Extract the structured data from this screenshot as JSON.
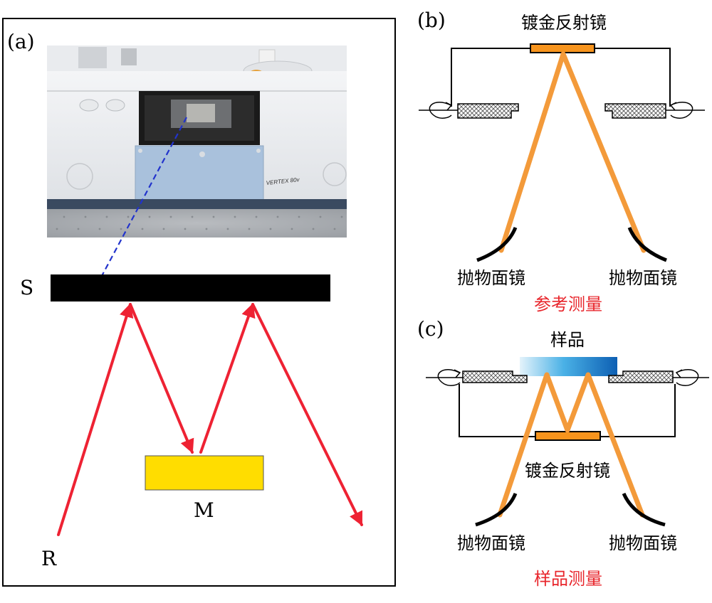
{
  "panel_a": {
    "label": "(a)",
    "sample_label": "S",
    "mirror_label": "M",
    "source_label": "R",
    "instrument_text": "VERTEX 80v"
  },
  "panel_b": {
    "label": "(b)",
    "top_mirror": "镀金反射镜",
    "left_parabolic": "抛物面镜",
    "right_parabolic": "抛物面镜",
    "caption": "参考测量"
  },
  "panel_c": {
    "label": "(c)",
    "sample": "样品",
    "bottom_mirror": "镀金反射镜",
    "left_parabolic": "抛物面镜",
    "right_parabolic": "抛物面镜",
    "caption": "样品测量"
  },
  "colors": {
    "beam_red": "#ee2233",
    "beam_orange": "#f39a3a",
    "gold_mirror": "#f7941d",
    "yellow_mirror": "#ffdd00",
    "caption_red": "#e8262c",
    "sample_blue": "#1e88d6",
    "dashed_blue": "#2233cc"
  }
}
